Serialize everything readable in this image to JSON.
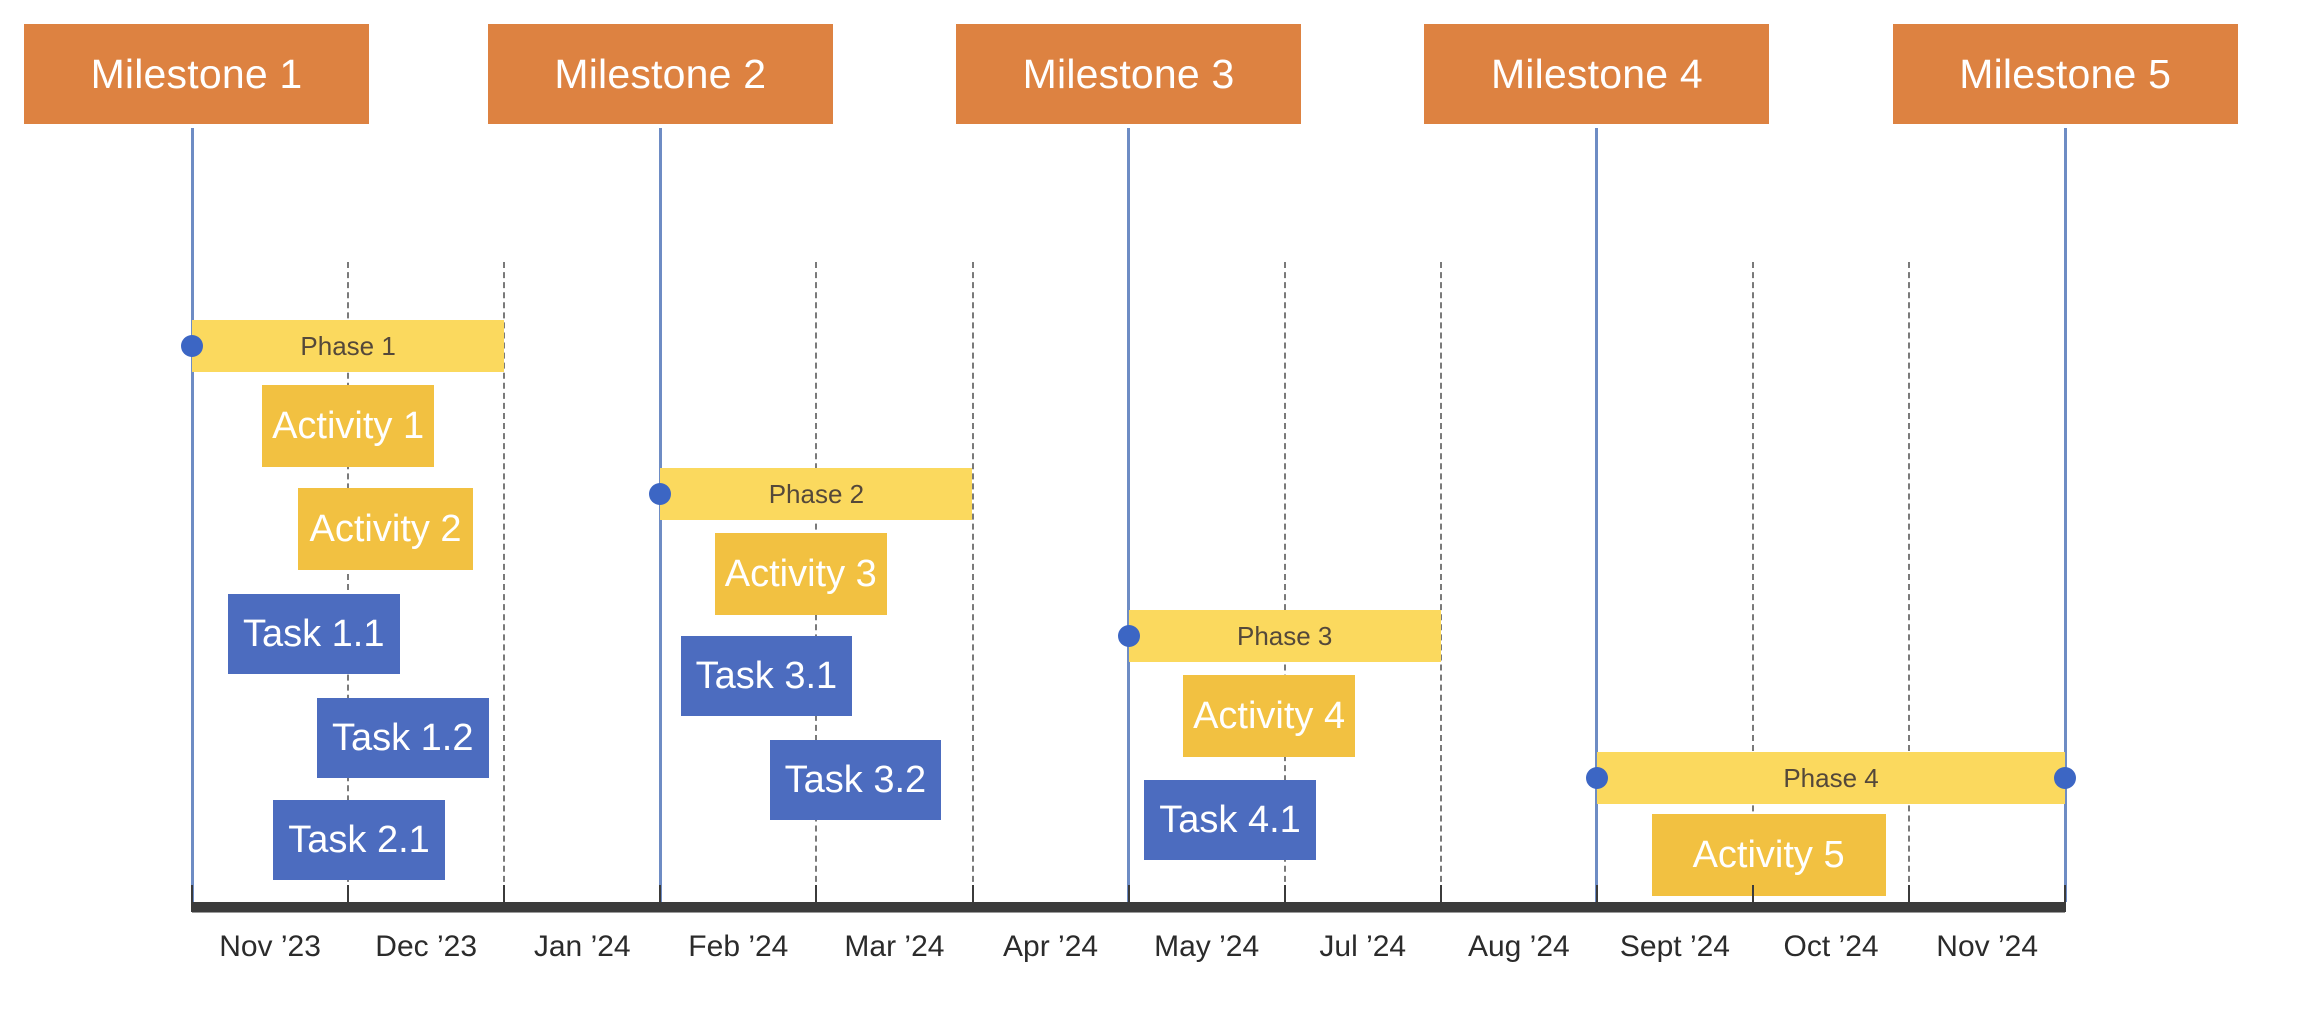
{
  "colors": {
    "milestone_box": "#DD8241",
    "milestone_line": "#6E8CC4",
    "milestone_dot": "#3C66C4",
    "phase_bar": "#FBD95E",
    "phase_text": "#54483A",
    "activity_bar": "#F2C141",
    "task_bar": "#4C6CBF",
    "gridline_dashed": "#7A7A7A",
    "axis": "#3B3B3B",
    "background": "#FFFFFF"
  },
  "chart_data": {
    "type": "bar",
    "title": "",
    "xlabel": "",
    "ylabel": "",
    "grid": true,
    "legend": "none",
    "x_axis": {
      "tick_labels": [
        "Nov ’23",
        "Dec ’23",
        "Jan ’24",
        "Feb ’24",
        "Mar ’24",
        "Apr ’24",
        "May ’24",
        "Jul ’24",
        "Aug ’24",
        "Sept ’24",
        "Oct ’24",
        "Nov ’24"
      ],
      "tick_count": 13,
      "range_start": "Nov '23",
      "range_end": "Nov '24"
    },
    "milestones": [
      {
        "label": "Milestone 1",
        "tick": 0
      },
      {
        "label": "Milestone 2",
        "tick": 3
      },
      {
        "label": "Milestone 3",
        "tick": 6
      },
      {
        "label": "Milestone 4",
        "tick": 9
      },
      {
        "label": "Milestone 5",
        "tick": 12
      }
    ],
    "bars": [
      {
        "label": "Phase 1",
        "kind": "phase",
        "row": 0,
        "start_tick": 0.0,
        "end_tick": 2.0
      },
      {
        "label": "Activity 1",
        "kind": "activity",
        "row": 1,
        "start_tick": 0.45,
        "end_tick": 1.55
      },
      {
        "label": "Activity 2",
        "kind": "activity",
        "row": 2,
        "start_tick": 0.68,
        "end_tick": 1.8
      },
      {
        "label": "Task 1.1",
        "kind": "task",
        "row": 3,
        "start_tick": 0.23,
        "end_tick": 1.33
      },
      {
        "label": "Task 1.2",
        "kind": "task",
        "row": 4,
        "start_tick": 0.8,
        "end_tick": 1.9
      },
      {
        "label": "Task 2.1",
        "kind": "task",
        "row": 5,
        "start_tick": 0.52,
        "end_tick": 1.62
      },
      {
        "label": "Phase 2",
        "kind": "phase",
        "row": 2,
        "start_tick": 3.0,
        "end_tick": 5.0
      },
      {
        "label": "Activity 3",
        "kind": "activity",
        "row": 3,
        "start_tick": 3.35,
        "end_tick": 4.45
      },
      {
        "label": "Task 3.1",
        "kind": "task",
        "row": 4,
        "start_tick": 3.13,
        "end_tick": 4.23
      },
      {
        "label": "Task 3.2",
        "kind": "task",
        "row": 5,
        "start_tick": 3.7,
        "end_tick": 4.8
      },
      {
        "label": "Phase 3",
        "kind": "phase",
        "row": 4,
        "start_tick": 6.0,
        "end_tick": 8.0
      },
      {
        "label": "Activity 4",
        "kind": "activity",
        "row": 5,
        "start_tick": 6.35,
        "end_tick": 7.45
      },
      {
        "label": "Task 4.1",
        "kind": "task",
        "row": 6,
        "start_tick": 6.1,
        "end_tick": 7.2
      },
      {
        "label": "Phase 4",
        "kind": "phase",
        "row": 6,
        "start_tick": 9.0,
        "end_tick": 12.0
      },
      {
        "label": "Activity 5",
        "kind": "activity",
        "row": 7,
        "start_tick": 9.35,
        "end_tick": 10.85
      }
    ]
  }
}
